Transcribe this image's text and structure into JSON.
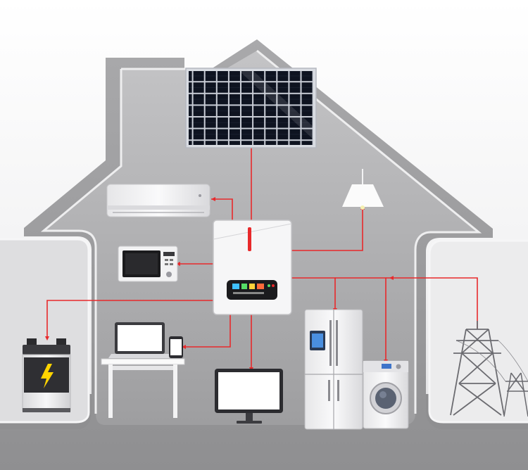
{
  "scene": {
    "theme": {
      "house_wall": "#9d9d9f",
      "house_interior": "#b9b9bb",
      "floor": "#8e8e90",
      "wire": "#e8292b",
      "panel_cell": "#0f1420",
      "appliance_white": "#f4f4f6",
      "steel": "#6b6b70"
    },
    "components": [
      {
        "name": "solar-panel",
        "icon": "solar-panel-icon"
      },
      {
        "name": "hybrid-inverter",
        "icon": "inverter-icon"
      },
      {
        "name": "air-conditioner",
        "icon": "air-conditioner-icon"
      },
      {
        "name": "microwave",
        "icon": "microwave-icon"
      },
      {
        "name": "ceiling-lamp",
        "icon": "lamp-icon"
      },
      {
        "name": "battery",
        "icon": "battery-icon"
      },
      {
        "name": "laptop",
        "icon": "laptop-icon"
      },
      {
        "name": "smartphone",
        "icon": "phone-icon"
      },
      {
        "name": "desk",
        "icon": "desk-icon"
      },
      {
        "name": "monitor",
        "icon": "monitor-icon"
      },
      {
        "name": "refrigerator",
        "icon": "fridge-icon"
      },
      {
        "name": "washing-machine",
        "icon": "washer-icon"
      },
      {
        "name": "power-grid",
        "icon": "transmission-tower-icon"
      }
    ]
  }
}
